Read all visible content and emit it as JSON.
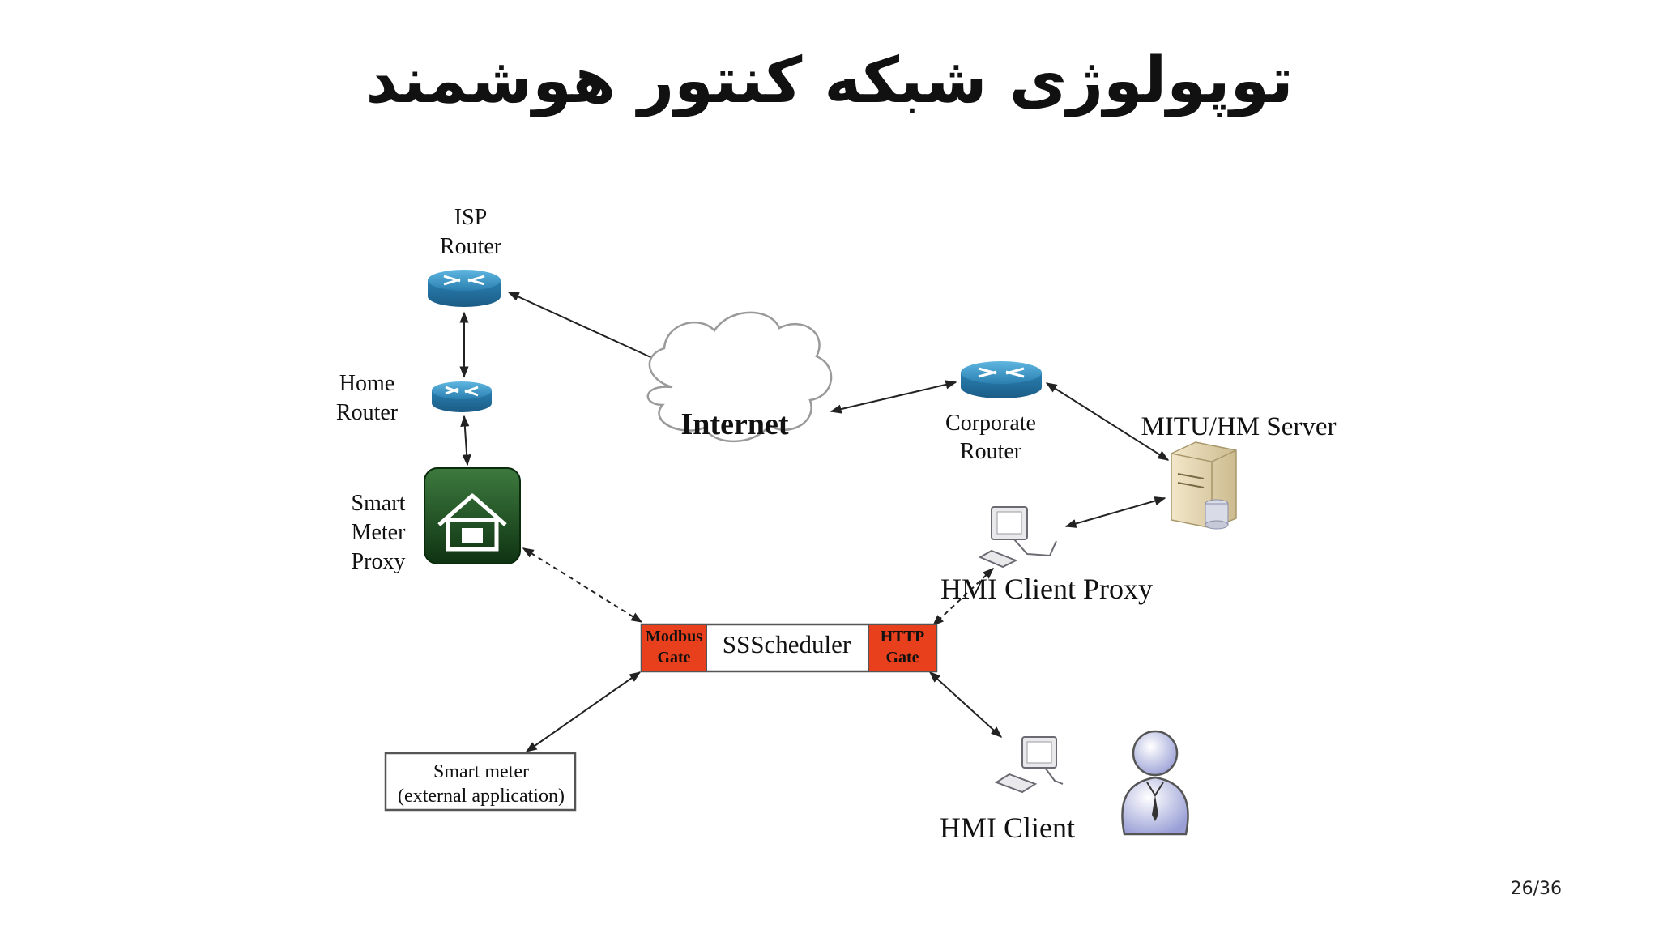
{
  "slide": {
    "title": "توپولوژی شبکه کنتور هوشمند",
    "page_number": "26/36"
  },
  "diagram": {
    "isp_router": [
      "ISP",
      "Router"
    ],
    "home_router": [
      "Home",
      "Router"
    ],
    "smart_meter_proxy": [
      "Smart",
      "Meter",
      "Proxy"
    ],
    "internet": "Internet",
    "corporate_router": [
      "Corporate",
      "Router"
    ],
    "server": "MITU/HM Server",
    "hmi_client_proxy": "HMI Client Proxy",
    "scheduler": "SSScheduler",
    "modbus_gate": [
      "Modbus",
      "Gate"
    ],
    "http_gate": [
      "HTTP",
      "Gate"
    ],
    "smart_meter_app": [
      "Smart meter",
      "(external application)"
    ],
    "hmi_client": "HMI Client"
  },
  "colors": {
    "router": "#2a7fb0",
    "proxy_box": "#1f4a22",
    "gate": "#e8401c"
  }
}
